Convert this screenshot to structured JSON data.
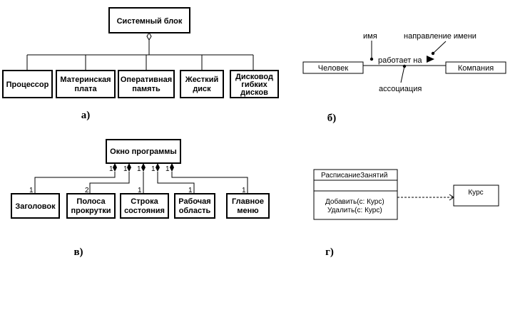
{
  "diagram_a": {
    "caption": "а)",
    "root": "Системный блок",
    "parts": [
      [
        "Процессор"
      ],
      [
        "Материнская",
        "плата"
      ],
      [
        "Оперативная",
        "память"
      ],
      [
        "Жесткий",
        "диск"
      ],
      [
        "Дисковод",
        "гибких",
        "дисков"
      ]
    ]
  },
  "diagram_b": {
    "caption": "б)",
    "left_class": "Человек",
    "right_class": "Компания",
    "association_name": "работает на",
    "label_name": "имя",
    "label_direction": "направление имени",
    "label_association": "ассоциация"
  },
  "diagram_v": {
    "caption": "в)",
    "root": "Окно программы",
    "parts": [
      {
        "lines": [
          "Заголовок"
        ],
        "multiplicity": "1"
      },
      {
        "lines": [
          "Полоса",
          "прокрутки"
        ],
        "multiplicity": "2"
      },
      {
        "lines": [
          "Строка",
          "состояния"
        ],
        "multiplicity": "1"
      },
      {
        "lines": [
          "Рабочая",
          "область"
        ],
        "multiplicity": "1"
      },
      {
        "lines": [
          "Главное",
          "меню"
        ],
        "multiplicity": "1"
      }
    ],
    "root_multiplicities": [
      "1",
      "1",
      "1",
      "1",
      "1"
    ]
  },
  "diagram_g": {
    "caption": "г)",
    "class_name": "РасписаниеЗанятий",
    "operations": [
      "Добавить(с: Курс)",
      "Удалить(с: Курс)"
    ],
    "dependency_target": "Курс"
  }
}
